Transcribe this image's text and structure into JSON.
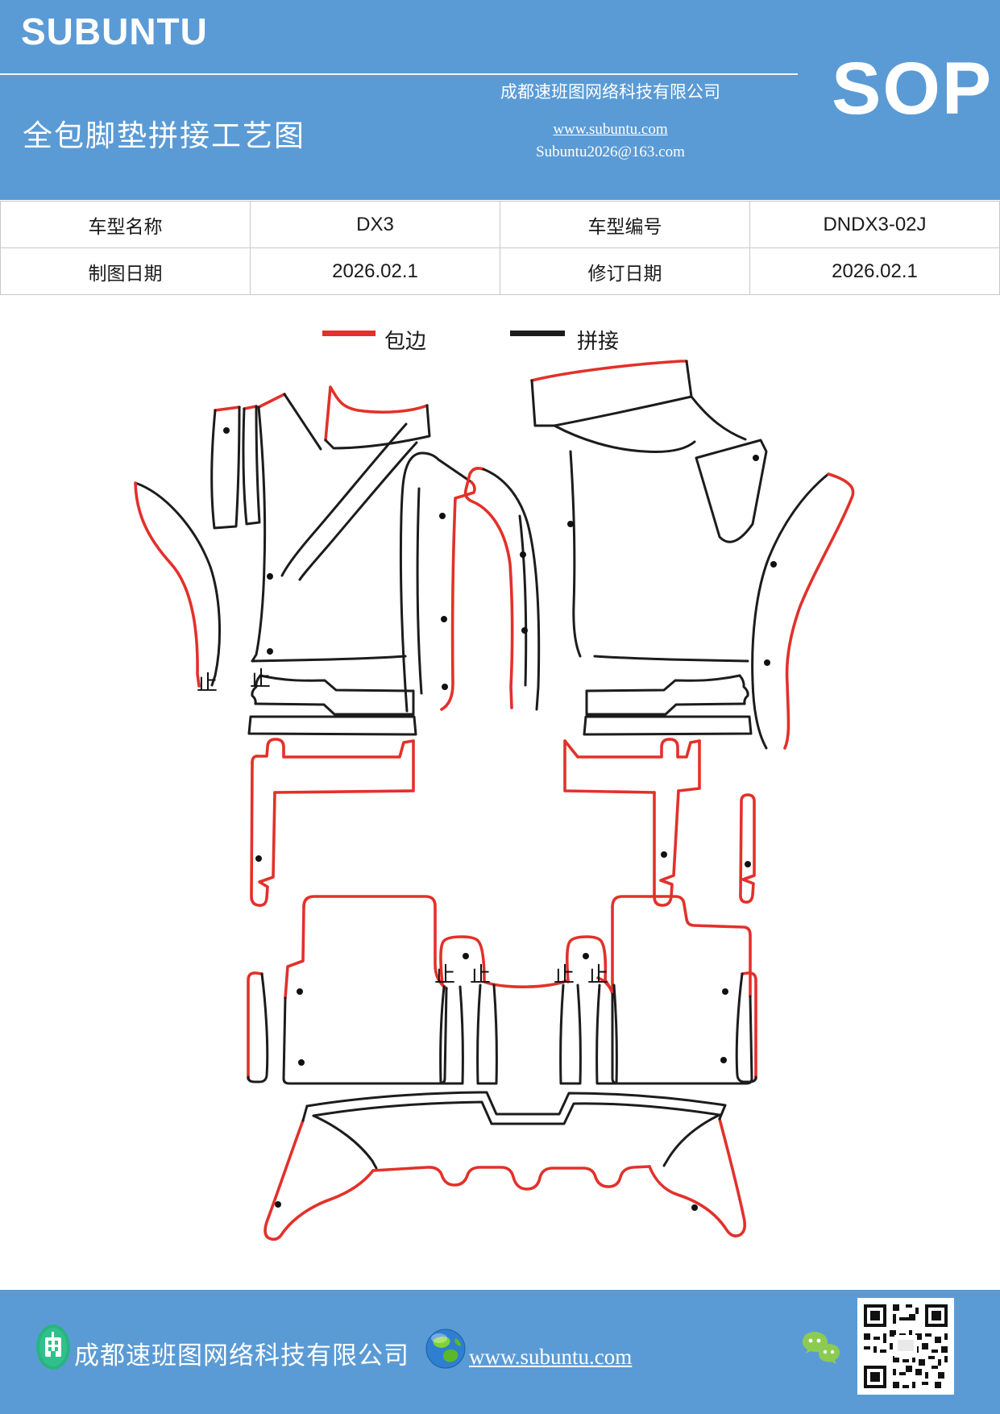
{
  "header": {
    "brand": "SUBUNTU",
    "title": "全包脚垫拼接工艺图",
    "company": "成都速班图网络科技有限公司",
    "website": "www.subuntu.com",
    "email": "Subuntu2026@163.com",
    "sop": "SOP"
  },
  "info_table": {
    "rows": [
      {
        "cells": [
          "车型名称",
          "DX3",
          "车型编号",
          "DNDX3-02J"
        ]
      },
      {
        "cells": [
          "制图日期",
          "2026.02.1",
          "修订日期",
          "2026.02.1"
        ]
      }
    ]
  },
  "legend": {
    "items": [
      {
        "label": "包边",
        "color": "#e2312a"
      },
      {
        "label": "拼接",
        "color": "#1c1c1c"
      }
    ]
  },
  "diagram": {
    "stop_label": "止",
    "edge_color": "#e2312a",
    "splice_color": "#1c1c1c"
  },
  "footer": {
    "company": "成都速班图网络科技有限公司",
    "website": "www.subuntu.com"
  }
}
